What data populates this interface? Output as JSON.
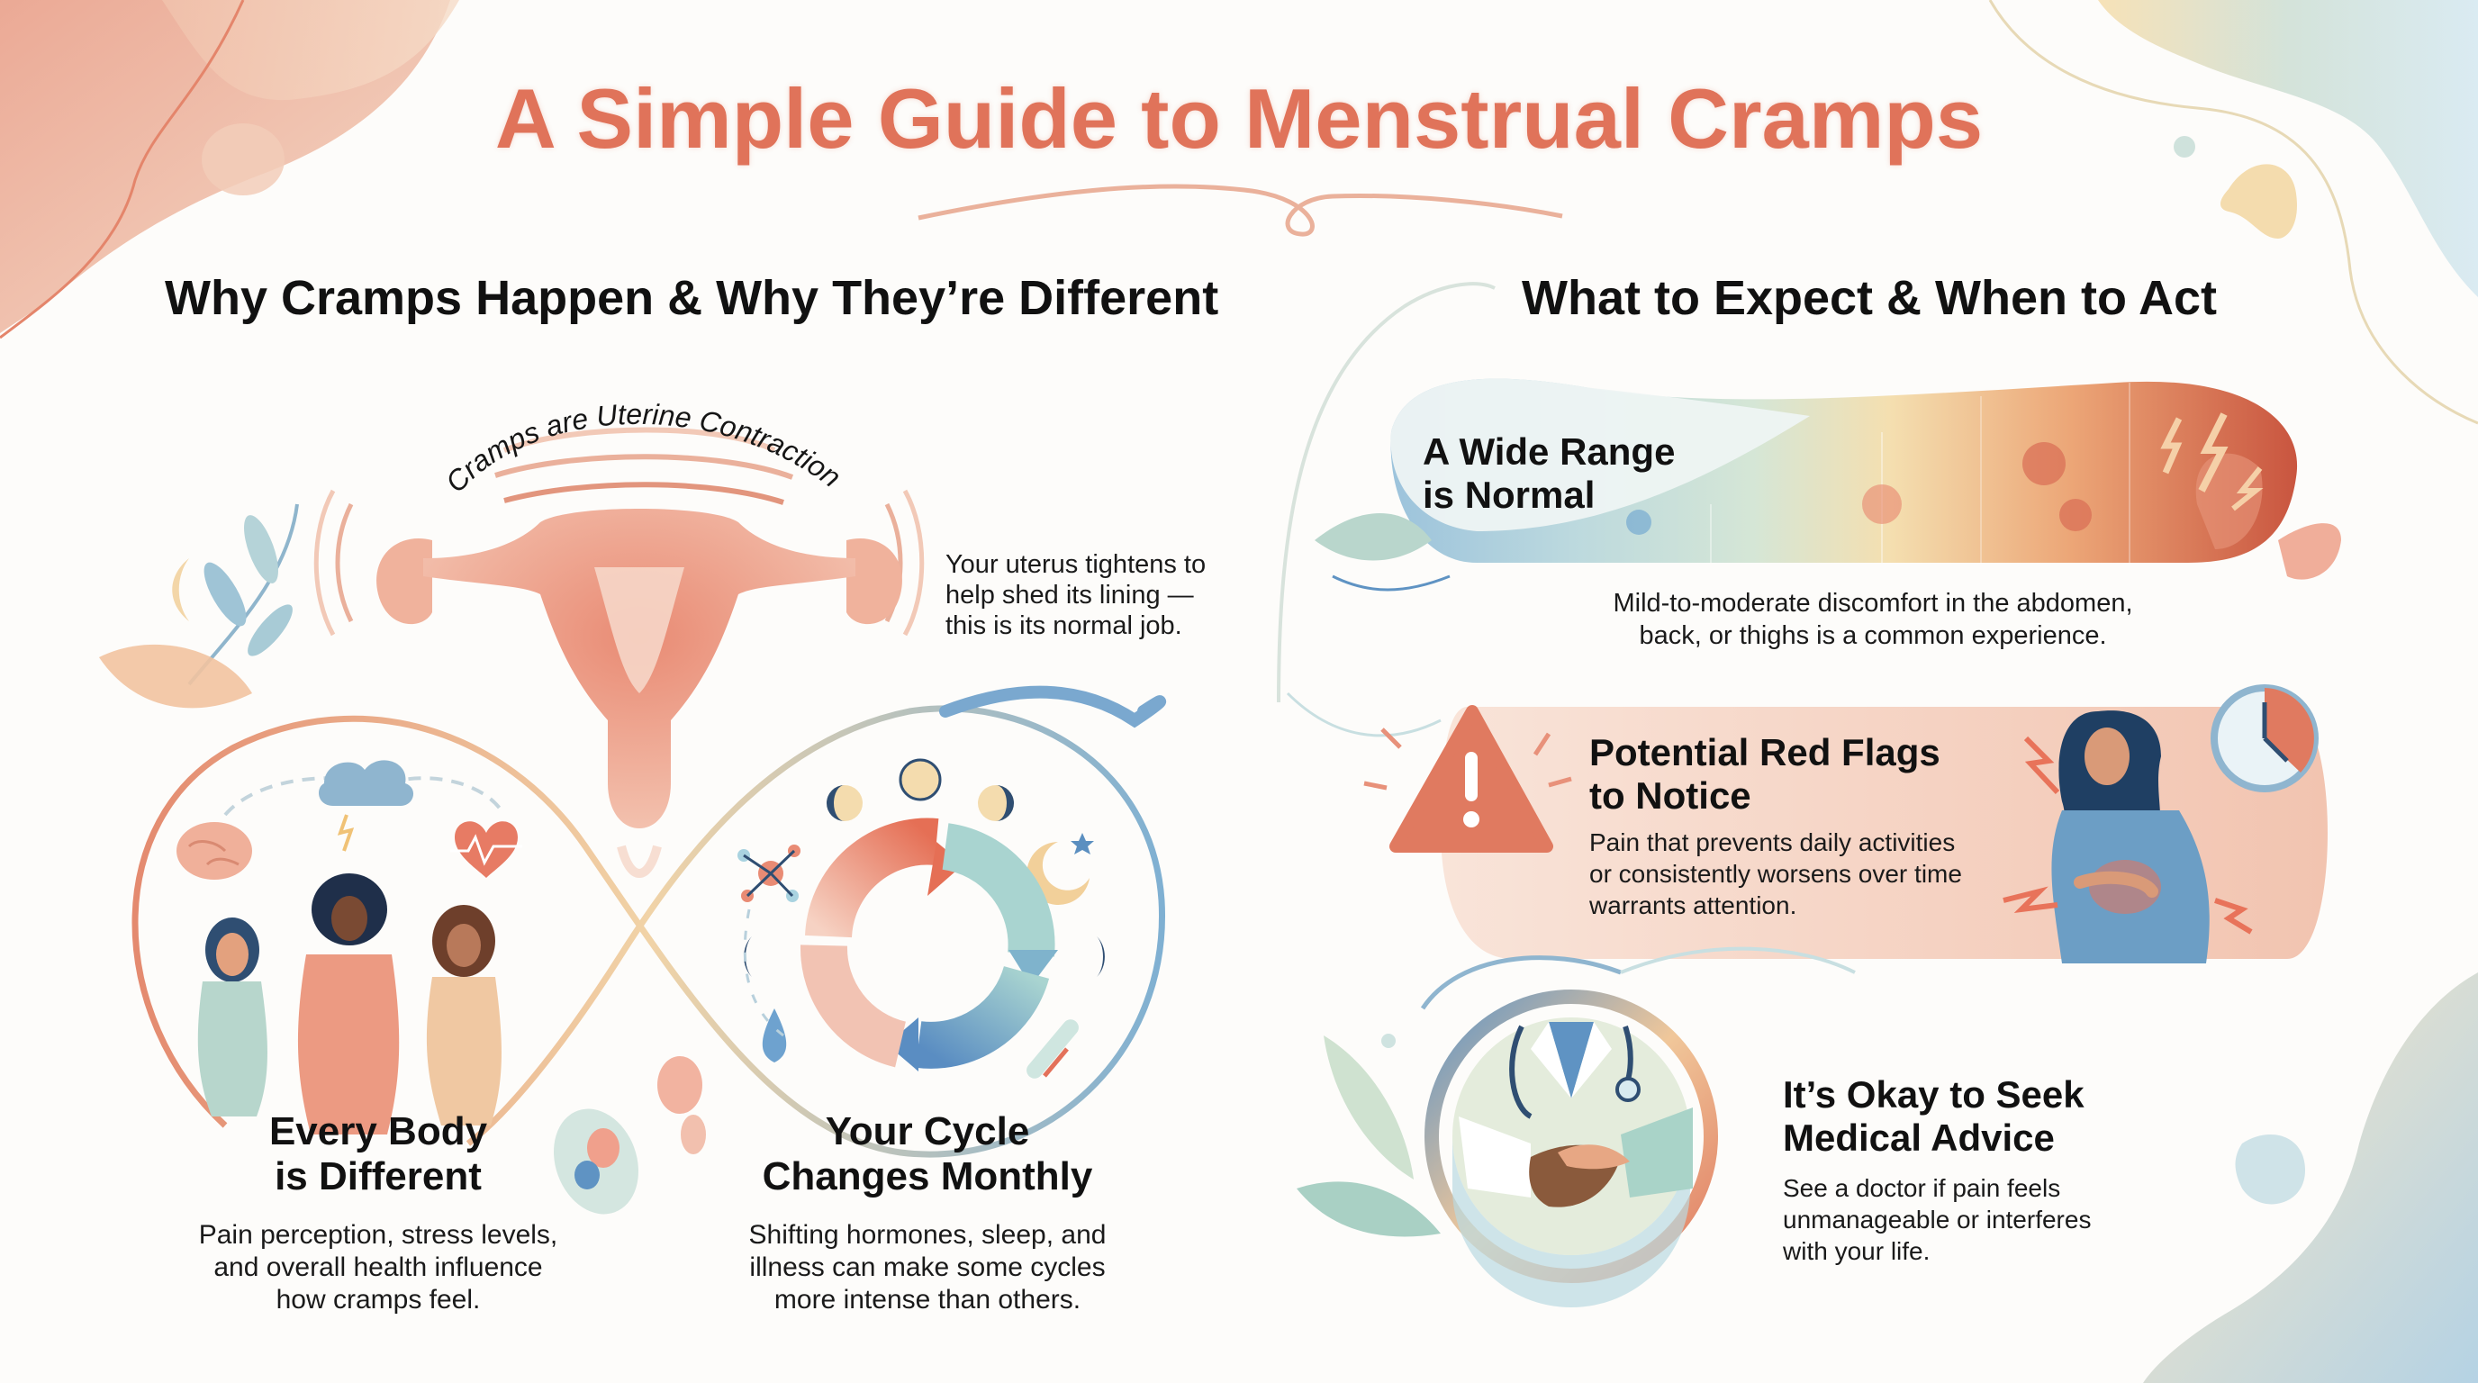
{
  "title": "A Simple Guide to Menstrual Cramps",
  "left_section": {
    "heading": "Why Cramps Happen & Why They’re Different",
    "uterus": {
      "arc_label": "Cramps are Uterine Contractions",
      "description_lines": [
        "Your uterus tightens to",
        "help shed its lining —",
        "this is its normal job."
      ]
    },
    "every_body": {
      "heading_lines": [
        "Every Body",
        "is Different"
      ],
      "body_lines": [
        "Pain perception, stress levels,",
        "and overall health influence",
        "how cramps feel."
      ]
    },
    "cycle": {
      "heading_lines": [
        "Your Cycle",
        "Changes Monthly"
      ],
      "body_lines": [
        "Shifting hormones, sleep, and",
        "illness can make some cycles",
        "more intense than others."
      ]
    }
  },
  "right_section": {
    "heading": "What to Expect & When to Act",
    "wide_range": {
      "heading_lines": [
        "A Wide Range",
        "is Normal"
      ],
      "body_lines": [
        "Mild-to-moderate discomfort in the abdomen,",
        "back, or thighs is a common experience."
      ],
      "scale_colors": [
        "#9cc3dc",
        "#b8d7dd",
        "#cfe3d8",
        "#f4dfb0",
        "#eca677",
        "#d8674e"
      ]
    },
    "red_flags": {
      "heading_lines": [
        "Potential Red Flags",
        "to Notice"
      ],
      "body_lines": [
        "Pain that prevents daily activities",
        "or consistently worsens over time",
        "warrants attention."
      ]
    },
    "medical": {
      "heading_lines": [
        "It’s Okay to Seek",
        "Medical Advice"
      ],
      "body_lines": [
        "See a doctor if pain feels",
        "unmanageable or interferes",
        "with your life."
      ]
    }
  },
  "colors": {
    "accent": "#e0735a",
    "blue": "#5b8fc0",
    "navy": "#2f4e72",
    "mint": "#a9d3cc",
    "peach": "#f3cdb8",
    "sand": "#f3dca8"
  }
}
